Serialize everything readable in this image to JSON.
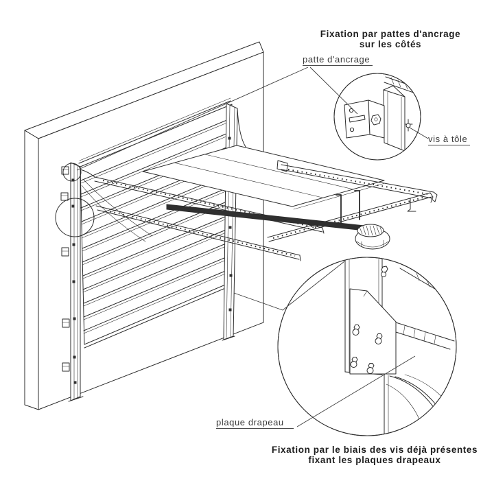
{
  "page": {
    "background": "#ffffff",
    "line_color": "#2b2b2b",
    "language": "fr",
    "subject": "garage-door-installation-diagram"
  },
  "top_annotation": {
    "title_line1": "Fixation par pattes d'ancrage",
    "title_line2": "sur les côtés",
    "bracket_label": "patte d'ancrage",
    "screw_label": "vis à tôle"
  },
  "bottom_annotation": {
    "plate_label": "plaque drapeau",
    "title_line1": "Fixation par le biais des vis déjà présentes",
    "title_line2": "fixant les plaques drapeaux"
  }
}
